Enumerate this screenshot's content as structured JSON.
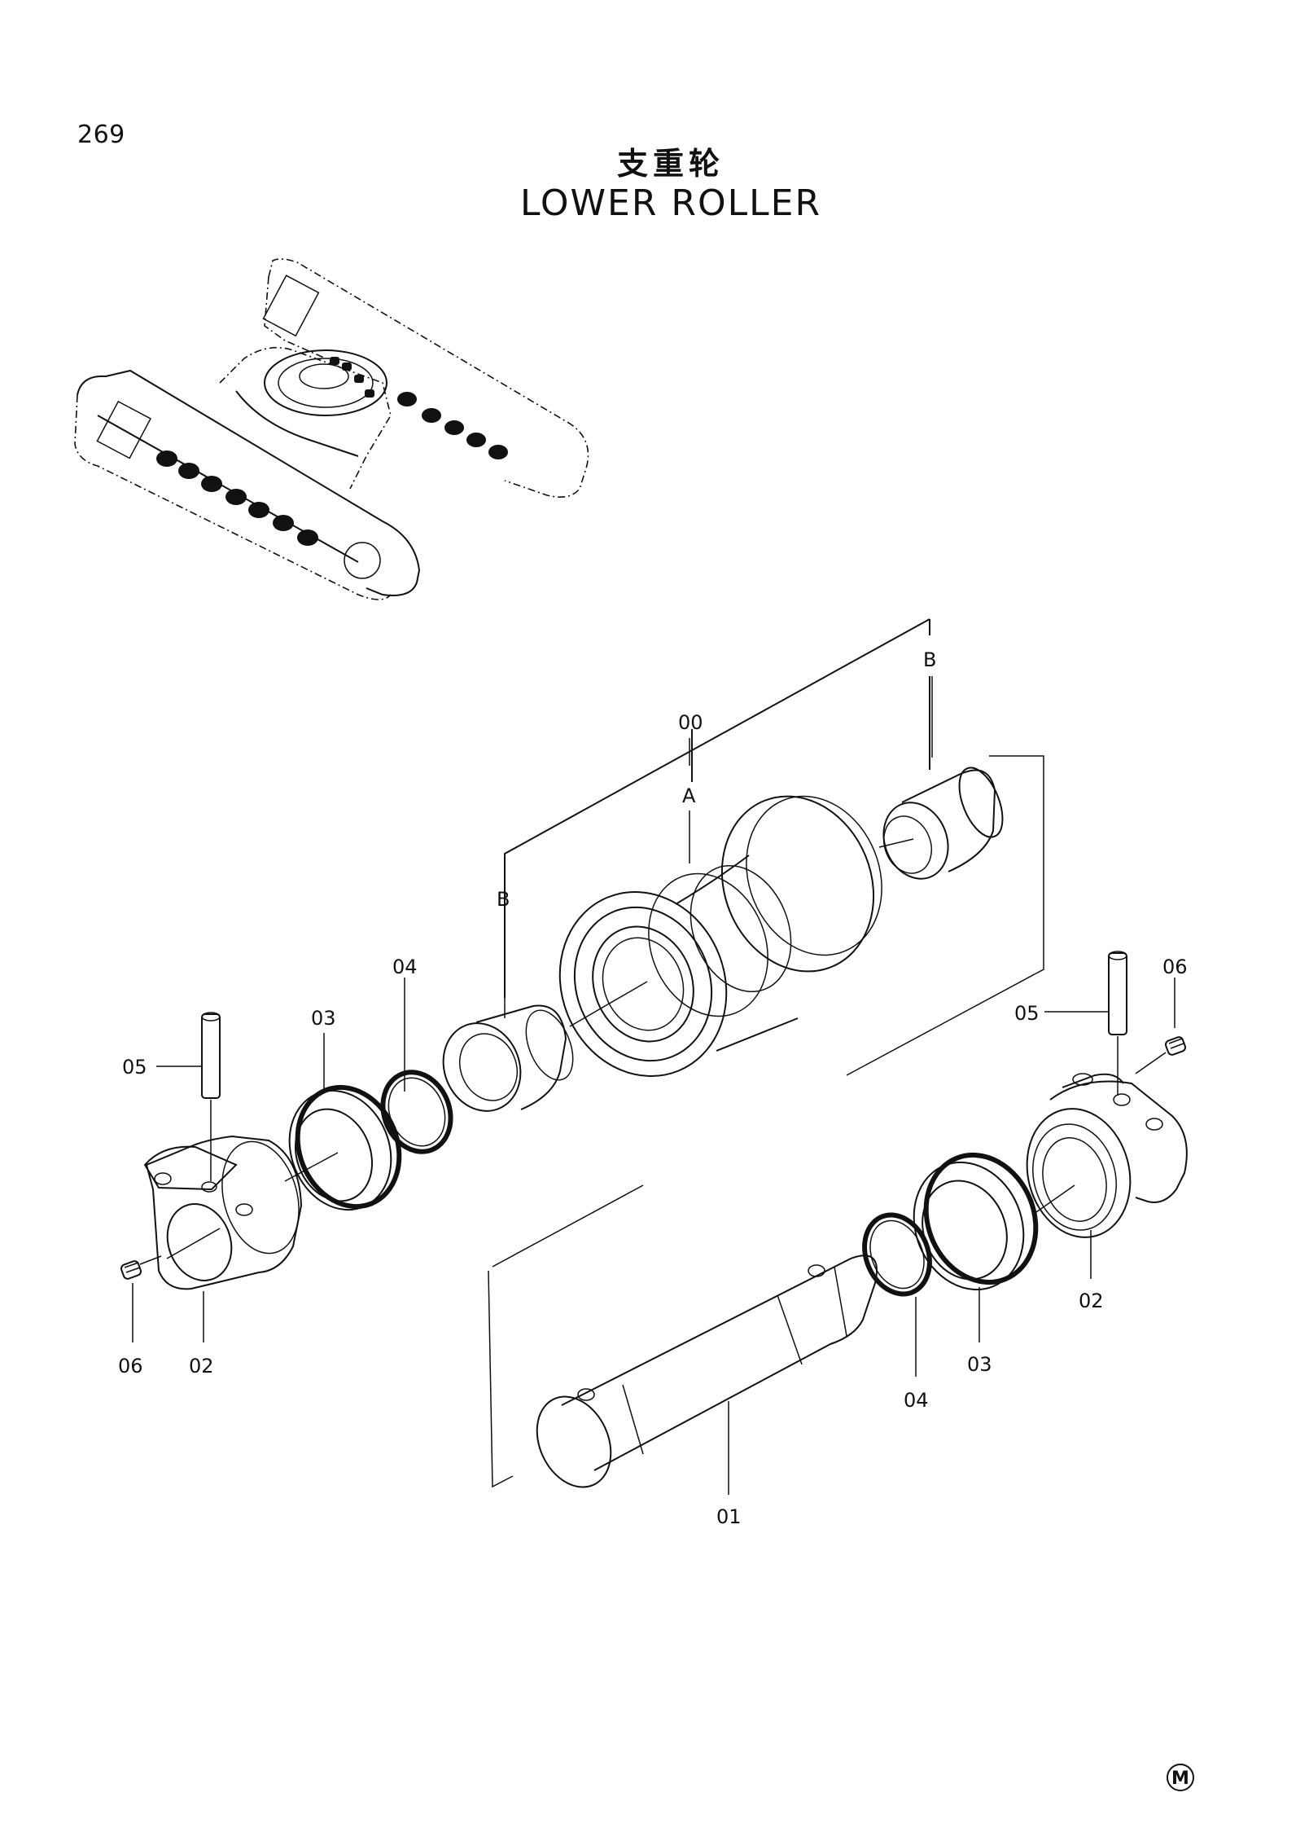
{
  "page_number": "269",
  "title_cn": "支重轮",
  "title_en": "LOWER ROLLER",
  "callouts": {
    "assembly": "00",
    "roller_a": "A",
    "bushing_b_right": "B",
    "bushing_b_left": "B",
    "shaft": "01",
    "collar_left": "02",
    "collar_right": "02",
    "seal_left": "03",
    "seal_right": "03",
    "oring_left": "04",
    "oring_right": "04",
    "pin_left": "05",
    "pin_right": "05",
    "plug_left": "06",
    "plug_right": "06"
  },
  "maker_mark": "M"
}
